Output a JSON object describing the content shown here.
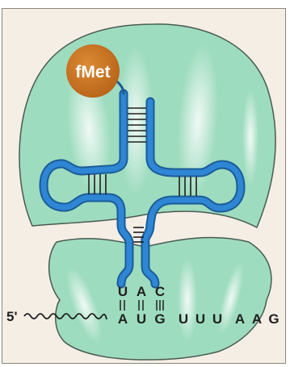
{
  "amino_acid_label": "fMet",
  "anticodon": [
    "U",
    "A",
    "C"
  ],
  "mrna_prime_label": "5'",
  "codons": {
    "first": [
      "A",
      "U",
      "G"
    ],
    "second": [
      "U",
      "U",
      "U"
    ],
    "third": [
      "A",
      "A",
      "G"
    ]
  },
  "colors": {
    "background": "#f4eee5",
    "ribosome_fill": "#9edcbf",
    "ribosome_stroke": "#4a5a52",
    "trna": "#2e86d4",
    "trna_stroke": "#1b5c99",
    "fmet": "#c8741d",
    "text": "#1f1f1f"
  }
}
